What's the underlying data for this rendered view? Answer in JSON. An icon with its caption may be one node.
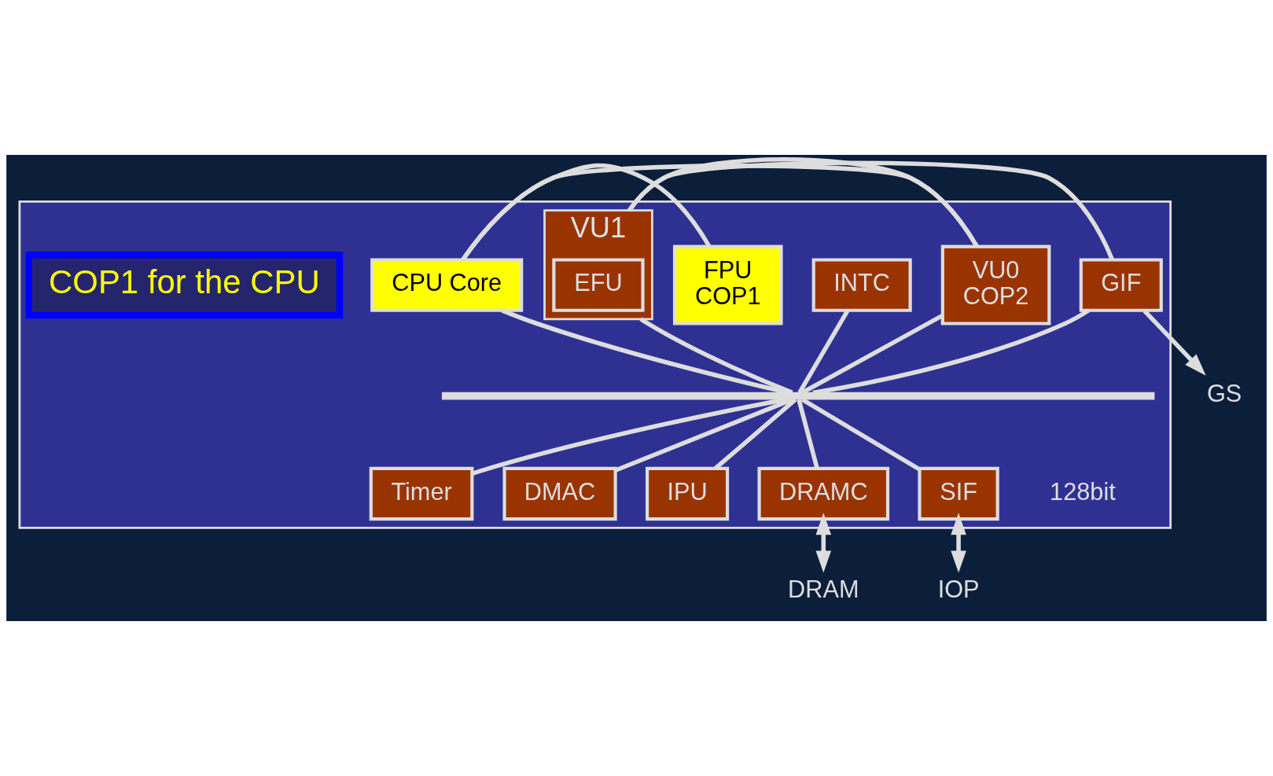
{
  "diagram": {
    "nodes": [
      {
        "text": [],
        "shape": "box"
      },
      {
        "text": [
          "FPU",
          "COP1"
        ],
        "in": 0
      },
      {
        "text": [
          "CPU Core"
        ],
        "in": 0
      },
      {
        "text": [
          "VU0",
          "COP2"
        ],
        "in": 0
      },
      {
        "text": [
          "VU1"
        ],
        "in": 0
      },
      {
        "text": [
          "EFU"
        ],
        "in": 4
      },
      {
        "text": [
          "GIF"
        ],
        "in": 0
      },
      {
        "text": [
          "INTC"
        ],
        "in": 0
      },
      {
        "text": [
          "Timer"
        ],
        "in": 0
      },
      {
        "text": [
          "DMAC"
        ],
        "in": 0
      },
      {
        "text": [
          "IPU"
        ],
        "in": 0
      },
      {
        "text": [
          "DRAMC"
        ],
        "in": 0
      },
      {
        "text": [
          "SIF"
        ],
        "in": 0
      },
      {
        "text": [],
        "shape": "bar",
        "in": 0
      },
      {
        "text": [
          "COP1 for the CPU"
        ],
        "in": 0
      },
      {
        "text": [
          "GS"
        ]
      },
      {
        "text": [
          "DRAM"
        ]
      },
      {
        "text": [
          "IOP"
        ]
      }
    ],
    "edges": [
      {
        "from": 1,
        "to": 2,
        "arrow": "none"
      },
      {
        "from": 2,
        "to": 3,
        "arrow": "none"
      },
      {
        "from": 3,
        "to": 4,
        "arrow": "none"
      },
      {
        "from": 4,
        "to": 6,
        "arrow": "none"
      },
      {
        "from": 6,
        "to": 15,
        "arrow": "to"
      },
      {
        "from": 7,
        "to": 13,
        "arrow": "none"
      },
      {
        "from": 2,
        "to": 13,
        "arrow": "none"
      },
      {
        "from": 3,
        "to": 13,
        "arrow": "none"
      },
      {
        "from": 4,
        "to": 13,
        "arrow": "none"
      },
      {
        "from": 6,
        "to": 13,
        "arrow": "none"
      },
      {
        "from": 13,
        "to": 8,
        "arrow": "none"
      },
      {
        "from": 13,
        "to": 9,
        "arrow": "none"
      },
      {
        "from": 13,
        "to": 10,
        "arrow": "none"
      },
      {
        "from": 13,
        "to": 11,
        "arrow": "none"
      },
      {
        "from": 13,
        "to": 12,
        "arrow": "none"
      },
      {
        "from": 11,
        "to": 16,
        "arrow": "both"
      },
      {
        "from": 12,
        "to": 17,
        "arrow": "both"
      }
    ],
    "labels": [
      "128bit"
    ]
  }
}
